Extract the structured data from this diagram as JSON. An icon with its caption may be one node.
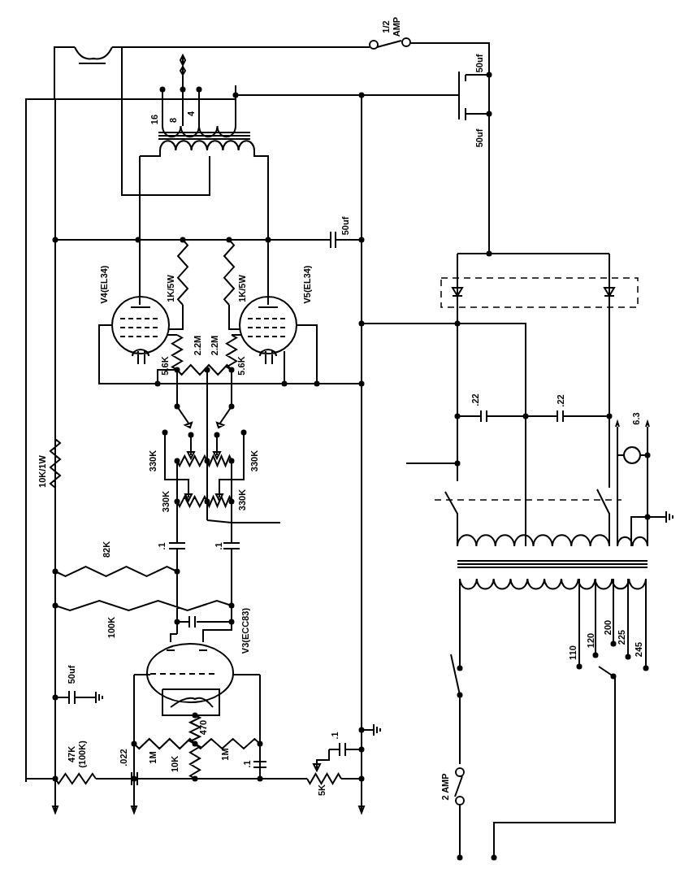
{
  "diagram": {
    "labels": [
      "1/2 AMP",
      "50uf",
      "50uf",
      "16",
      "8",
      "4",
      "50uf",
      "V4(EL34)",
      "1K/5W",
      "1K/5W",
      "V5(EL34)",
      "5.6K",
      "2.2M",
      "2.2M",
      "5.6K",
      ".22",
      ".22",
      "6.3",
      "330K",
      "330K",
      "330K",
      "330K",
      "10K/1W",
      ".1",
      ".1",
      "82K",
      "100K",
      "V3(ECC83)",
      "110",
      "120",
      "200",
      "225",
      "245",
      "50uf",
      "470",
      "47K (100K)",
      ".022",
      "1M",
      "10K",
      "1M",
      ".1",
      ".1",
      "5K",
      "2 AMP"
    ]
  }
}
